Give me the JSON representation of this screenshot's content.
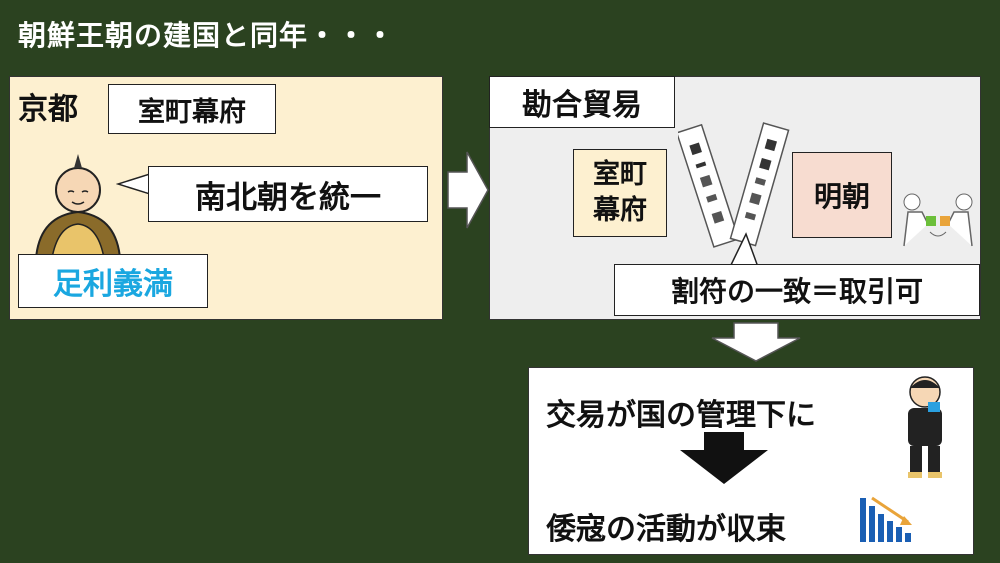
{
  "title": "朝鮮王朝の建国と同年・・・",
  "left_panel": {
    "heading": "京都",
    "label": "室町幕府",
    "speech": "南北朝を統一",
    "person": "足利義満"
  },
  "right_panel": {
    "heading": "勘合貿易",
    "left_box": "室町幕府",
    "right_box": "明朝",
    "caption": "割符の一致＝取引可"
  },
  "bottom_panel": {
    "line1": "交易が国の管理下に",
    "line2": "倭寇の活動が収束"
  },
  "colors": {
    "background": "#2b4220",
    "left_panel": "#fdf0d0",
    "right_panel": "#eeeeee",
    "accent_blue": "#1aa7e0",
    "ming_box": "#f7dcd0",
    "muromachi_box": "#fdf0d0"
  }
}
